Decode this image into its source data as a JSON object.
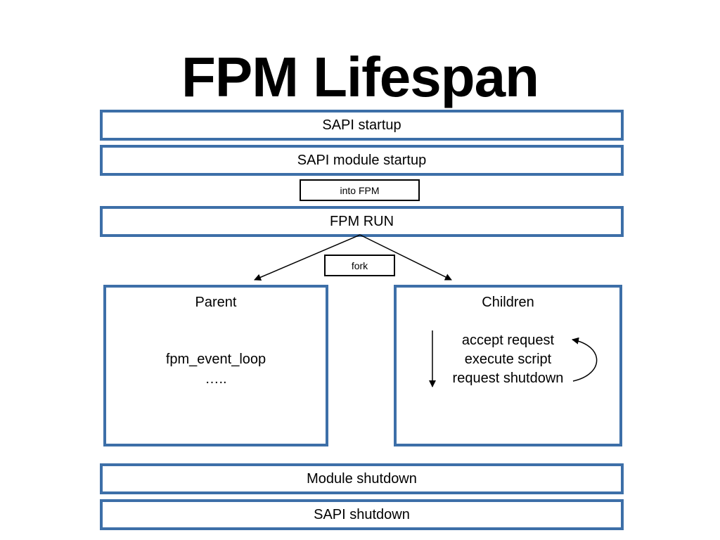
{
  "title": "FPM Lifespan",
  "bars": {
    "sapi_startup": "SAPI startup",
    "sapi_module_startup": "SAPI module startup",
    "fpm_run": "FPM RUN",
    "module_shutdown": "Module shutdown",
    "sapi_shutdown": "SAPI shutdown"
  },
  "labels": {
    "into_fpm": "into FPM",
    "fork": "fork"
  },
  "parent": {
    "title": "Parent",
    "lines": [
      "fpm_event_loop",
      "….."
    ]
  },
  "children": {
    "title": "Children",
    "lines": [
      "accept request",
      "execute script",
      "request shutdown"
    ]
  },
  "colors": {
    "box_border": "#3d6fa8"
  }
}
